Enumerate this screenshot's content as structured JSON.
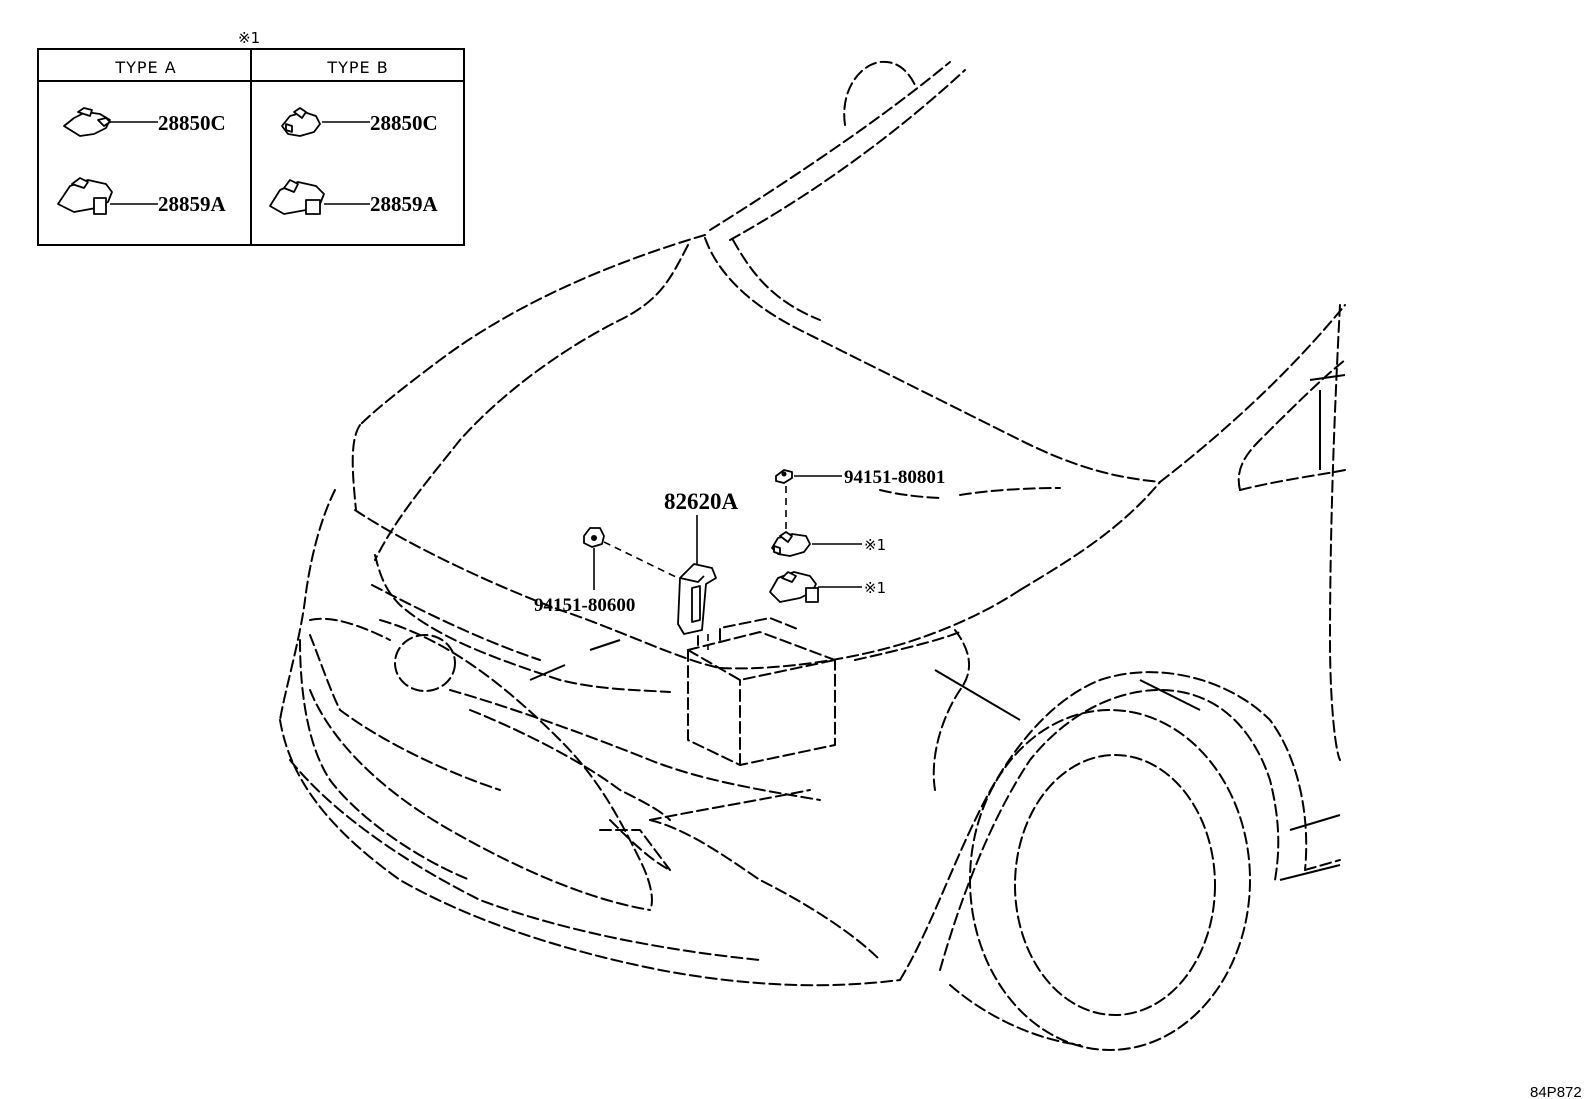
{
  "legend": {
    "marker": "※1",
    "type_a_header": "TYPE A",
    "type_b_header": "TYPE B",
    "type_a_parts": [
      "28850C",
      "28859A"
    ],
    "type_b_parts": [
      "28850C",
      "28859A"
    ]
  },
  "callouts": {
    "bolt_top": "94151-80801",
    "bracket": "82620A",
    "bolt_left": "94151-80600",
    "ref_mark_upper": "※1",
    "ref_mark_lower": "※1"
  },
  "drawing_code": "84P872"
}
